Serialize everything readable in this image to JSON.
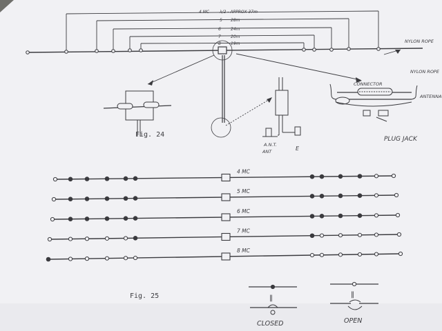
{
  "dimension_labels": [
    "4 MC",
    "λ/2 - APPROX 37m",
    "5",
    "28m",
    "6",
    "24m",
    "7",
    "20m",
    "8",
    "19m"
  ],
  "callouts": {
    "nylon_rope_top": "NYLON ROPE",
    "connector": "CONNECTOR",
    "nylon_rope_detail": "NYLON ROPE",
    "antenna_element": "ANTENNA ELEMENT",
    "plug_jack": "PLUG JACK",
    "ant_label_1": "A.N.T.",
    "ant_label_2": "ANT",
    "ground_label": "E"
  },
  "fig24_caption": "Fig. 24",
  "fig25_caption": "Fig. 25",
  "band_rows": [
    {
      "label": "4 MC",
      "left": [
        1,
        1,
        1,
        1,
        1
      ],
      "right": [
        1,
        1,
        1,
        1,
        0
      ]
    },
    {
      "label": "5 MC",
      "left": [
        1,
        1,
        1,
        1,
        1
      ],
      "right": [
        1,
        1,
        1,
        1,
        0
      ]
    },
    {
      "label": "6 MC",
      "left": [
        1,
        1,
        1,
        1,
        1
      ],
      "right": [
        1,
        1,
        1,
        1,
        0
      ]
    },
    {
      "label": "7 MC",
      "left": [
        0,
        0,
        0,
        0,
        1
      ],
      "right": [
        1,
        0,
        0,
        0,
        0
      ]
    },
    {
      "label": "8 MC",
      "left": [
        0,
        0,
        0,
        0,
        0
      ],
      "right": [
        0,
        0,
        0,
        0,
        0
      ]
    }
  ],
  "legend": {
    "closed_label": "CLOSED",
    "open_label": "OPEN",
    "equiv_symbol": "‖"
  },
  "colors": {
    "paper": "#f1f1f4",
    "ink": "#3a3a3e",
    "background": "#6f6f6b"
  }
}
